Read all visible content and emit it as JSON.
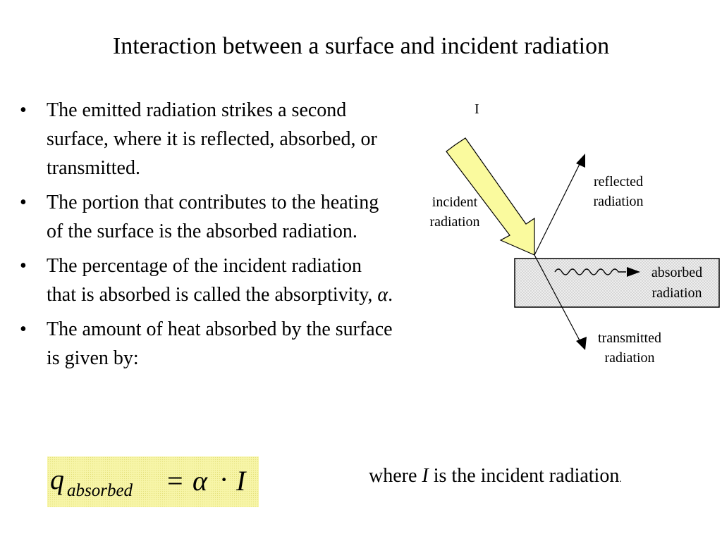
{
  "title": "Interaction between a surface and incident radiation",
  "bullets": [
    "The emitted radiation strikes a second surface, where it is reflected, absorbed, or transmitted.",
    "The portion that contributes to the heating of the surface is the absorbed radiation.",
    "The percentage of the incident radiation that is absorbed is called the absorptivity, ",
    "The amount of heat absorbed by the surface is given by:"
  ],
  "bullet_symbol": "•",
  "alpha_symbol": "α",
  "bullet3_end": ".",
  "formula": {
    "q": "q",
    "subscript": "absorbed",
    "equals": "=",
    "alpha": "α",
    "dot": "·",
    "I": "I"
  },
  "where": {
    "pre": "where ",
    "var": "I",
    "post": " is the incident radiation",
    "period": "."
  },
  "diagram": {
    "intensity_label": "I",
    "incident_line1": "incident",
    "incident_line2": "radiation",
    "reflected_line1": "reflected",
    "reflected_line2": "radiation",
    "absorbed_line1": "absorbed",
    "absorbed_line2": "radiation",
    "transmitted_line1": "transmitted",
    "transmitted_line2": "radiation",
    "colors": {
      "incident_arrow_fill": "#fafa9e",
      "surface_fill": "#e6e6e6"
    }
  }
}
